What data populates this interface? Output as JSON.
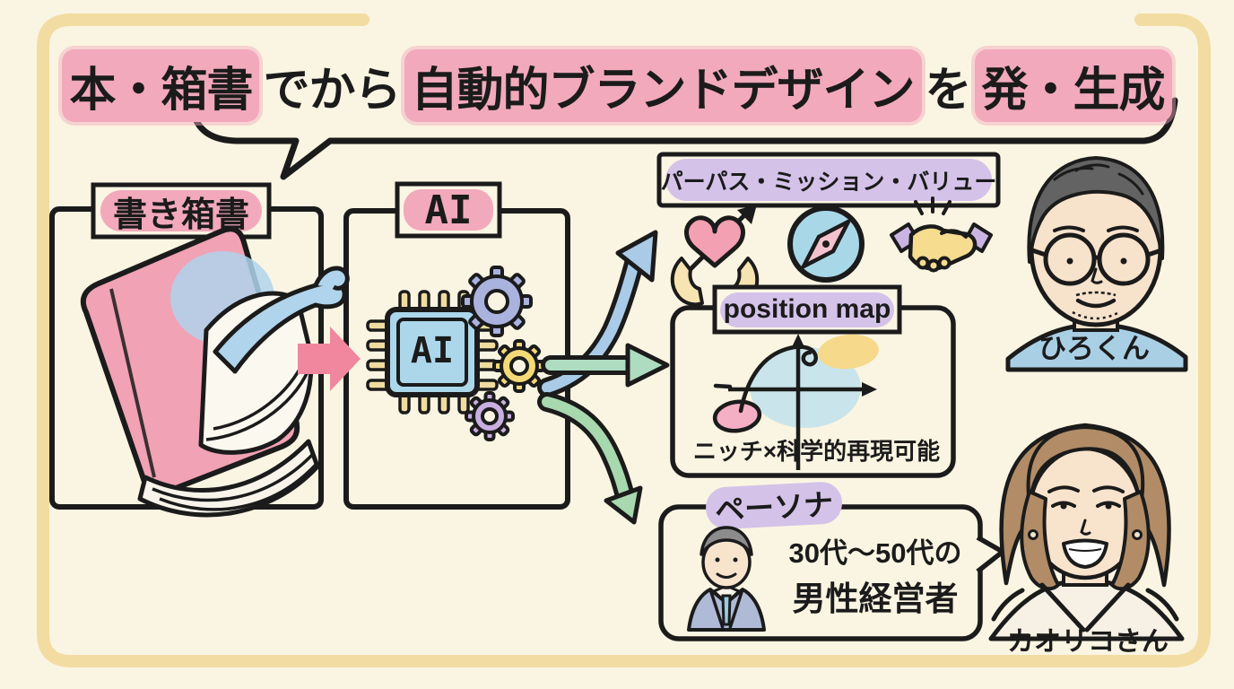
{
  "diagram": {
    "title": {
      "segments": [
        {
          "text": "本・箱書",
          "highlight": true
        },
        {
          "text": "でから",
          "highlight": false
        },
        {
          "text": "自動的ブランドデザイン",
          "highlight": true
        },
        {
          "text": "を",
          "highlight": false
        },
        {
          "text": "発・生成",
          "highlight": true
        }
      ]
    },
    "source_box": {
      "label": "書き箱書",
      "icon": "book-icon"
    },
    "ai_box": {
      "label": "AI",
      "chip_text": "AI",
      "icons": [
        "ai-chip-icon",
        "gear-icon",
        "gear-icon",
        "gear-icon"
      ]
    },
    "flow": {
      "input_arrow": "pink-arrow",
      "output_arrows": [
        "blue-curved-arrow",
        "green-straight-arrow",
        "green-curved-arrow"
      ]
    },
    "outputs": {
      "purpose": {
        "label": "パーパス・ミッション・バリュー",
        "icons": [
          "heart-in-hands-icon",
          "compass-icon",
          "handshake-icon"
        ]
      },
      "position_map": {
        "label": "position map",
        "caption": "ニッチ×科学的再現可能",
        "sketch_elements": [
          "xy-axes",
          "spiral-growth-arrow",
          "pink-dot",
          "blue-blob",
          "yellow-blob"
        ]
      },
      "persona": {
        "label": "ペーソナ",
        "description_line1": "30代〜50代の",
        "description_line2": "男性経営者",
        "icon": "businessman-avatar"
      }
    },
    "characters": [
      {
        "name": "ひろくん",
        "portrait": "man-with-glasses-portrait"
      },
      {
        "name": "カオリコさん",
        "portrait": "woman-bob-hair-portrait"
      }
    ],
    "colors": {
      "background": "#FAF5E2",
      "frame_border": "#F2DCA2",
      "ink": "#1B1B1B",
      "highlight_pink": "#F2A9BC",
      "highlight_purple": "#D5C2E9",
      "arrow_pink": "#F0879E",
      "arrow_blue": "#A9CBE8",
      "arrow_green": "#AEDCC0",
      "chip_blue": "#ACD7EA",
      "gear_yellow": "#F4D977",
      "gear_purple": "#C9AEE0",
      "gear_blue": "#AAB2DE"
    }
  }
}
